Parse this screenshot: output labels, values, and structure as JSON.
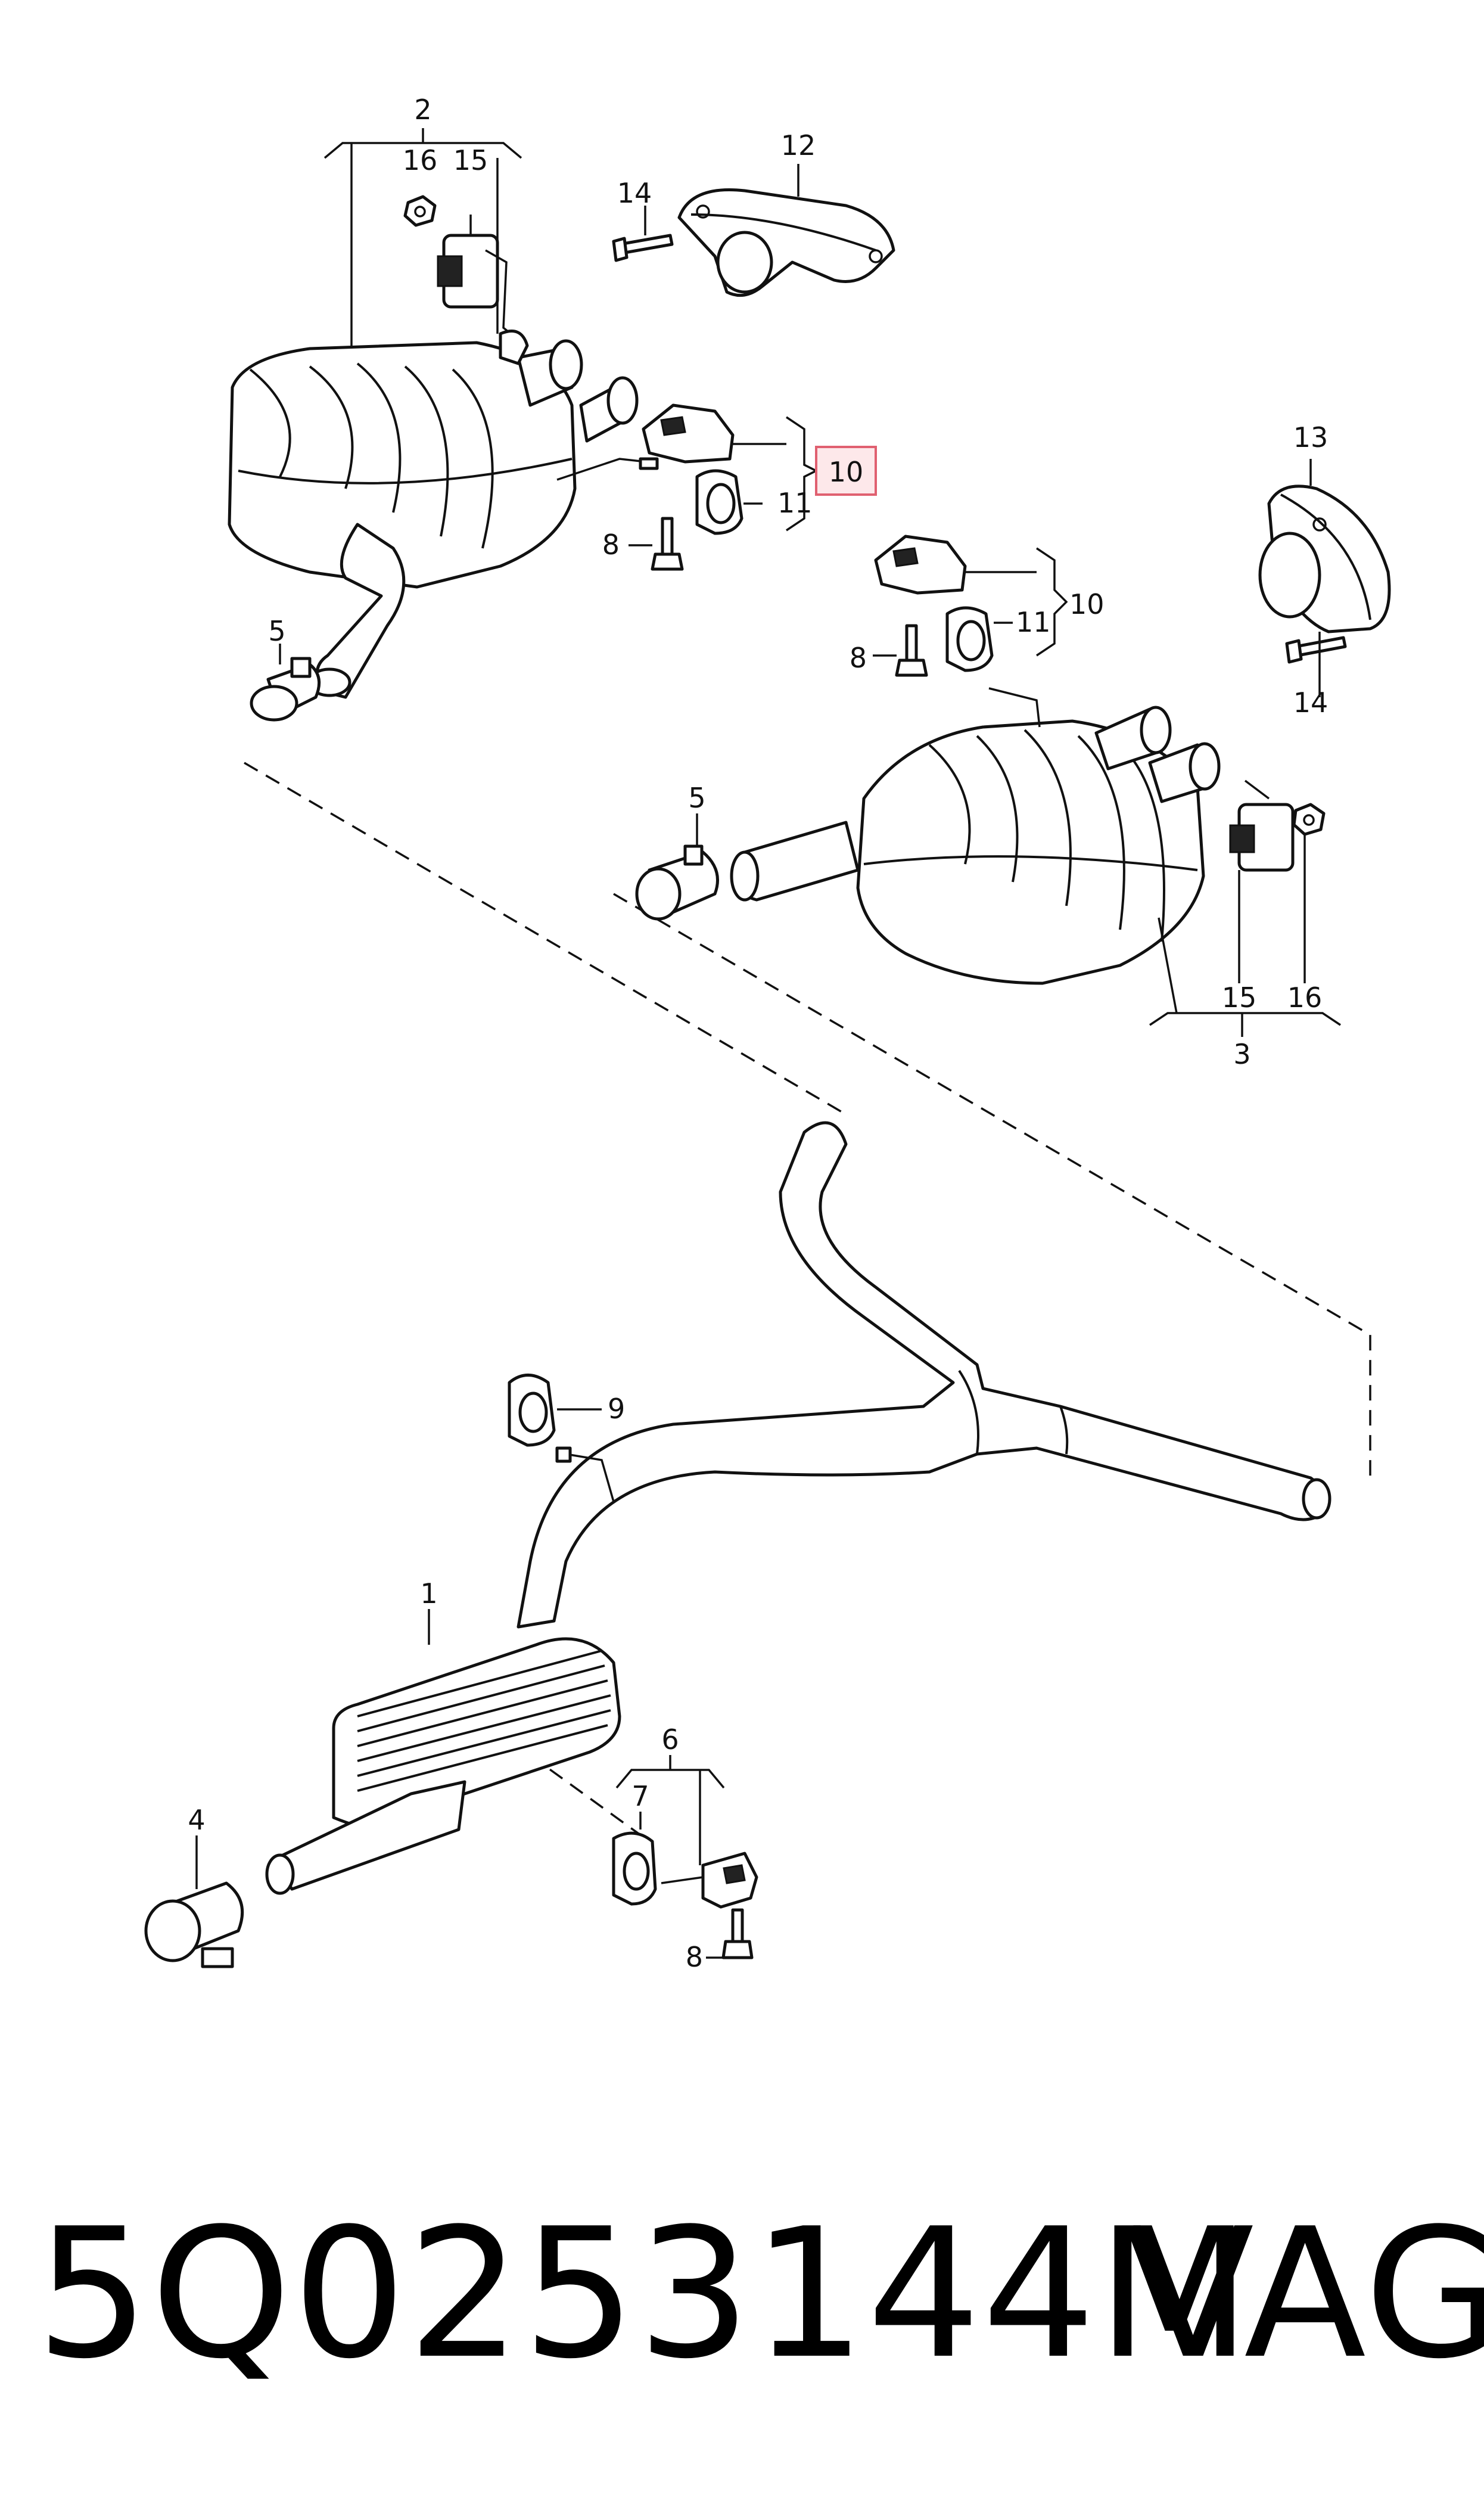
{
  "diagram": {
    "callouts": {
      "c1": "1",
      "c2": "2",
      "c3": "3",
      "c4": "4",
      "c5a": "5",
      "c5b": "5",
      "c6": "6",
      "c7": "7",
      "c8a": "8",
      "c8b": "8",
      "c8c": "8",
      "c9": "9",
      "c10a": "10",
      "c10b": "10",
      "c11a": "11",
      "c11b": "11",
      "c12": "12",
      "c13": "13",
      "c14a": "14",
      "c14b": "14",
      "c15a": "15",
      "c15b": "15",
      "c16a": "16",
      "c16b": "16"
    },
    "highlighted_callout": "10",
    "highlight_color": "#e06070"
  },
  "footer": {
    "part_number": "5Q0253144M",
    "brand": "VAG"
  }
}
